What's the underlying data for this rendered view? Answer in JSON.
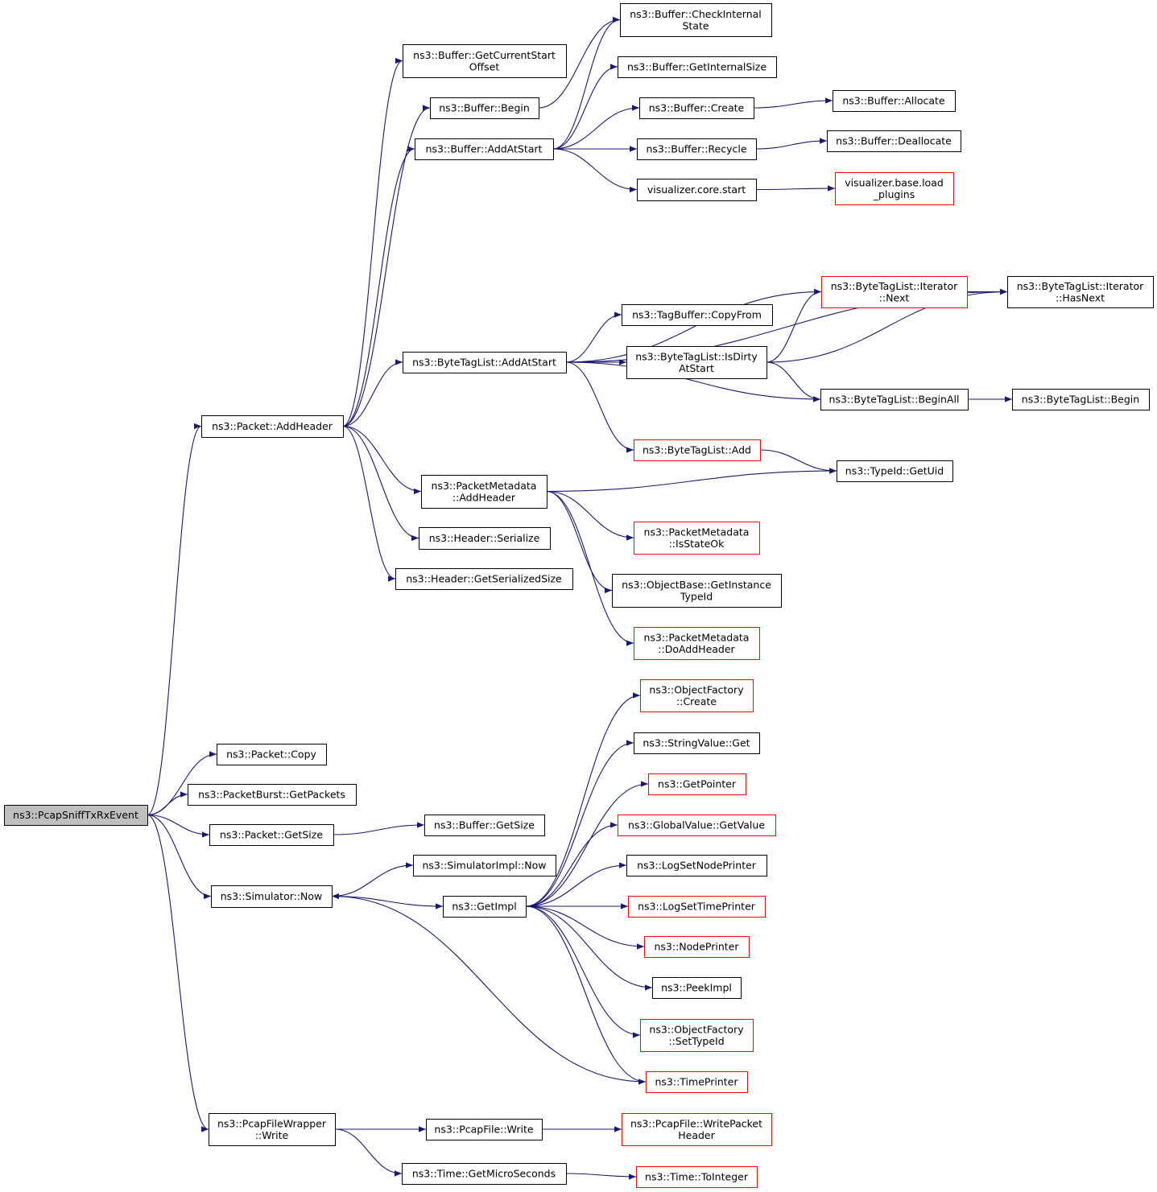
{
  "nodes": [
    {
      "id": "root",
      "lines": [
        "ns3::PcapSniffTxRxEvent"
      ],
      "style": "root"
    },
    {
      "id": "addheader",
      "lines": [
        "ns3::Packet::AddHeader"
      ],
      "style": "black"
    },
    {
      "id": "getcurrentstart",
      "lines": [
        "ns3::Buffer::GetCurrentStart",
        "Offset"
      ],
      "style": "black"
    },
    {
      "id": "bufbegin",
      "lines": [
        "ns3::Buffer::Begin"
      ],
      "style": "black"
    },
    {
      "id": "bufaddatstart",
      "lines": [
        "ns3::Buffer::AddAtStart"
      ],
      "style": "black"
    },
    {
      "id": "checkinternal",
      "lines": [
        "ns3::Buffer::CheckInternal",
        "State"
      ],
      "style": "black"
    },
    {
      "id": "getinternalsize",
      "lines": [
        "ns3::Buffer::GetInternalSize"
      ],
      "style": "black"
    },
    {
      "id": "bufcreate",
      "lines": [
        "ns3::Buffer::Create"
      ],
      "style": "black"
    },
    {
      "id": "bufrecycle",
      "lines": [
        "ns3::Buffer::Recycle"
      ],
      "style": "black"
    },
    {
      "id": "vizstart",
      "lines": [
        "visualizer.core.start"
      ],
      "style": "black"
    },
    {
      "id": "bufallocate",
      "lines": [
        "ns3::Buffer::Allocate"
      ],
      "style": "black"
    },
    {
      "id": "bufdeallocate",
      "lines": [
        "ns3::Buffer::Deallocate"
      ],
      "style": "black"
    },
    {
      "id": "vizload",
      "lines": [
        "visualizer.base.load",
        "_plugins"
      ],
      "style": "red"
    },
    {
      "id": "btladdatstart",
      "lines": [
        "ns3::ByteTagList::AddAtStart"
      ],
      "style": "black"
    },
    {
      "id": "tagcopyfrom",
      "lines": [
        "ns3::TagBuffer::CopyFrom"
      ],
      "style": "black"
    },
    {
      "id": "btlisdirty",
      "lines": [
        "ns3::ByteTagList::IsDirty",
        "AtStart"
      ],
      "style": "black"
    },
    {
      "id": "btliternext",
      "lines": [
        "ns3::ByteTagList::Iterator",
        "::Next"
      ],
      "style": "red"
    },
    {
      "id": "btlhasnext",
      "lines": [
        "ns3::ByteTagList::Iterator",
        "::HasNext"
      ],
      "style": "black"
    },
    {
      "id": "btlbeginall",
      "lines": [
        "ns3::ByteTagList::BeginAll"
      ],
      "style": "black"
    },
    {
      "id": "btlbegin",
      "lines": [
        "ns3::ByteTagList::Begin"
      ],
      "style": "black"
    },
    {
      "id": "btladd",
      "lines": [
        "ns3::ByteTagList::Add"
      ],
      "style": "red"
    },
    {
      "id": "typeidgetuid",
      "lines": [
        "ns3::TypeId::GetUid"
      ],
      "style": "black"
    },
    {
      "id": "pmaddheader",
      "lines": [
        "ns3::PacketMetadata",
        "::AddHeader"
      ],
      "style": "black"
    },
    {
      "id": "hdrserialize",
      "lines": [
        "ns3::Header::Serialize"
      ],
      "style": "black"
    },
    {
      "id": "hdrgetsersize",
      "lines": [
        "ns3::Header::GetSerializedSize"
      ],
      "style": "black"
    },
    {
      "id": "pmisstateok",
      "lines": [
        "ns3::PacketMetadata",
        "::IsStateOk"
      ],
      "style": "red"
    },
    {
      "id": "objgetinstance",
      "lines": [
        "ns3::ObjectBase::GetInstance",
        "TypeId"
      ],
      "style": "black"
    },
    {
      "id": "pmdoaddheader",
      "lines": [
        "ns3::PacketMetadata",
        "::DoAddHeader"
      ],
      "style": "red"
    },
    {
      "id": "packetcopy",
      "lines": [
        "ns3::Packet::Copy"
      ],
      "style": "black"
    },
    {
      "id": "burstgetpackets",
      "lines": [
        "ns3::PacketBurst::GetPackets"
      ],
      "style": "black"
    },
    {
      "id": "packetgetsize",
      "lines": [
        "ns3::Packet::GetSize"
      ],
      "style": "black"
    },
    {
      "id": "bufgetsize",
      "lines": [
        "ns3::Buffer::GetSize"
      ],
      "style": "black"
    },
    {
      "id": "simnow",
      "lines": [
        "ns3::Simulator::Now"
      ],
      "style": "black"
    },
    {
      "id": "simimplnow",
      "lines": [
        "ns3::SimulatorImpl::Now"
      ],
      "style": "black"
    },
    {
      "id": "getimpl",
      "lines": [
        "ns3::GetImpl"
      ],
      "style": "black"
    },
    {
      "id": "objfactcreate",
      "lines": [
        "ns3::ObjectFactory",
        "::Create"
      ],
      "style": "red"
    },
    {
      "id": "strvalget",
      "lines": [
        "ns3::StringValue::Get"
      ],
      "style": "black"
    },
    {
      "id": "getpointer",
      "lines": [
        "ns3::GetPointer"
      ],
      "style": "red"
    },
    {
      "id": "globalvalget",
      "lines": [
        "ns3::GlobalValue::GetValue"
      ],
      "style": "red"
    },
    {
      "id": "logsetnode",
      "lines": [
        "ns3::LogSetNodePrinter"
      ],
      "style": "black"
    },
    {
      "id": "logsettime",
      "lines": [
        "ns3::LogSetTimePrinter"
      ],
      "style": "red"
    },
    {
      "id": "nodeprinter",
      "lines": [
        "ns3::NodePrinter"
      ],
      "style": "red"
    },
    {
      "id": "peekimpl",
      "lines": [
        "ns3::PeekImpl"
      ],
      "style": "black"
    },
    {
      "id": "objfactsettype",
      "lines": [
        "ns3::ObjectFactory",
        "::SetTypeId"
      ],
      "style": "red"
    },
    {
      "id": "timeprinter",
      "lines": [
        "ns3::TimePrinter"
      ],
      "style": "red"
    },
    {
      "id": "pcapwrapwrite",
      "lines": [
        "ns3::PcapFileWrapper",
        "::Write"
      ],
      "style": "black"
    },
    {
      "id": "pcapfilewrite",
      "lines": [
        "ns3::PcapFile::Write"
      ],
      "style": "black"
    },
    {
      "id": "writepackethdr",
      "lines": [
        "ns3::PcapFile::WritePacket",
        "Header"
      ],
      "style": "red"
    },
    {
      "id": "getmicro",
      "lines": [
        "ns3::Time::GetMicroSeconds"
      ],
      "style": "black"
    },
    {
      "id": "tointeger",
      "lines": [
        "ns3::Time::ToInteger"
      ],
      "style": "red"
    }
  ],
  "edges": [
    [
      "root",
      "addheader"
    ],
    [
      "root",
      "packetcopy"
    ],
    [
      "root",
      "burstgetpackets"
    ],
    [
      "root",
      "packetgetsize"
    ],
    [
      "root",
      "simnow"
    ],
    [
      "root",
      "pcapwrapwrite"
    ],
    [
      "addheader",
      "getcurrentstart"
    ],
    [
      "addheader",
      "bufbegin"
    ],
    [
      "addheader",
      "bufaddatstart"
    ],
    [
      "addheader",
      "btladdatstart"
    ],
    [
      "addheader",
      "pmaddheader"
    ],
    [
      "addheader",
      "hdrserialize"
    ],
    [
      "addheader",
      "hdrgetsersize"
    ],
    [
      "bufbegin",
      "checkinternal"
    ],
    [
      "bufaddatstart",
      "checkinternal"
    ],
    [
      "bufaddatstart",
      "getinternalsize"
    ],
    [
      "bufaddatstart",
      "bufcreate"
    ],
    [
      "bufaddatstart",
      "bufrecycle"
    ],
    [
      "bufaddatstart",
      "vizstart"
    ],
    [
      "bufcreate",
      "bufallocate"
    ],
    [
      "bufrecycle",
      "bufdeallocate"
    ],
    [
      "vizstart",
      "vizload"
    ],
    [
      "btladdatstart",
      "btlhasnext"
    ],
    [
      "btladdatstart",
      "btliternext"
    ],
    [
      "btladdatstart",
      "tagcopyfrom"
    ],
    [
      "btladdatstart",
      "btlisdirty"
    ],
    [
      "btladdatstart",
      "btlbeginall"
    ],
    [
      "btladdatstart",
      "btladd"
    ],
    [
      "btliternext",
      "btlhasnext"
    ],
    [
      "btlisdirty",
      "btliternext"
    ],
    [
      "btlisdirty",
      "btlhasnext"
    ],
    [
      "btlisdirty",
      "btlbeginall"
    ],
    [
      "btlbeginall",
      "btlbegin"
    ],
    [
      "btladd",
      "typeidgetuid"
    ],
    [
      "pmaddheader",
      "typeidgetuid"
    ],
    [
      "pmaddheader",
      "pmisstateok"
    ],
    [
      "pmaddheader",
      "objgetinstance"
    ],
    [
      "pmaddheader",
      "pmdoaddheader"
    ],
    [
      "packetgetsize",
      "bufgetsize"
    ],
    [
      "simnow",
      "simimplnow"
    ],
    [
      "simnow",
      "getimpl"
    ],
    [
      "getimpl",
      "objfactcreate"
    ],
    [
      "getimpl",
      "strvalget"
    ],
    [
      "getimpl",
      "getpointer"
    ],
    [
      "getimpl",
      "globalvalget"
    ],
    [
      "getimpl",
      "logsetnode"
    ],
    [
      "getimpl",
      "logsettime"
    ],
    [
      "getimpl",
      "nodeprinter"
    ],
    [
      "getimpl",
      "peekimpl"
    ],
    [
      "getimpl",
      "objfactsettype"
    ],
    [
      "getimpl",
      "timeprinter"
    ],
    [
      "timeprinter",
      "simnow"
    ],
    [
      "pcapwrapwrite",
      "pcapfilewrite"
    ],
    [
      "pcapwrapwrite",
      "getmicro"
    ],
    [
      "pcapfilewrite",
      "writepackethdr"
    ],
    [
      "getmicro",
      "tointeger"
    ]
  ]
}
